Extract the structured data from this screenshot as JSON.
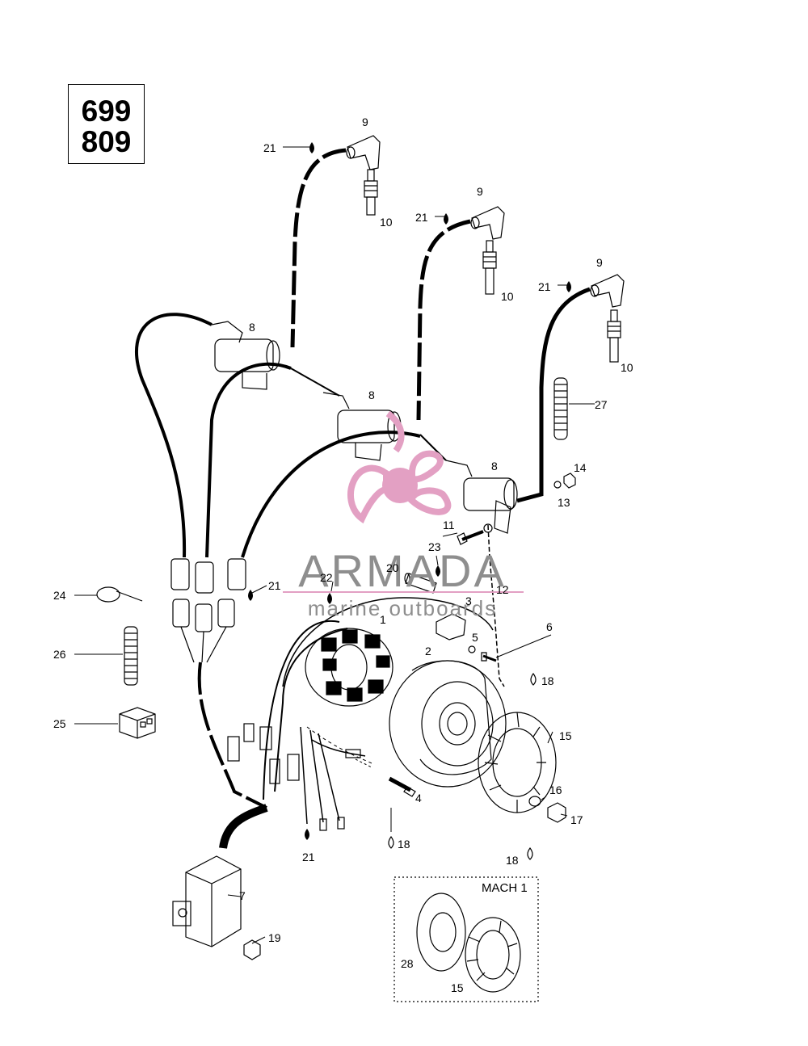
{
  "model_box": {
    "line1": "699",
    "line2": "809"
  },
  "watermark": {
    "title": "ARMADA",
    "subtitle": "marine outboards",
    "color": "#e3a0c3",
    "gray": "#8e8e8e"
  },
  "inset": {
    "label": "MACH 1"
  },
  "callouts": {
    "c1": "1",
    "c2": "2",
    "c3": "3",
    "c4": "4",
    "c5": "5",
    "c6": "6",
    "c7": "7",
    "c8a": "8",
    "c8b": "8",
    "c8c": "8",
    "c9a": "9",
    "c9b": "9",
    "c9c": "9",
    "c10a": "10",
    "c10b": "10",
    "c10c": "10",
    "c11": "11",
    "c12": "12",
    "c13": "13",
    "c14": "14",
    "c15a": "15",
    "c15b": "15",
    "c16": "16",
    "c17": "17",
    "c18a": "18",
    "c18b": "18",
    "c18c": "18",
    "c19": "19",
    "c20": "20",
    "c21a": "21",
    "c21b": "21",
    "c21c": "21",
    "c21d": "21",
    "c21e": "21",
    "c22": "22",
    "c23": "23",
    "c24": "24",
    "c25": "25",
    "c26": "26",
    "c27": "27",
    "c28": "28"
  }
}
